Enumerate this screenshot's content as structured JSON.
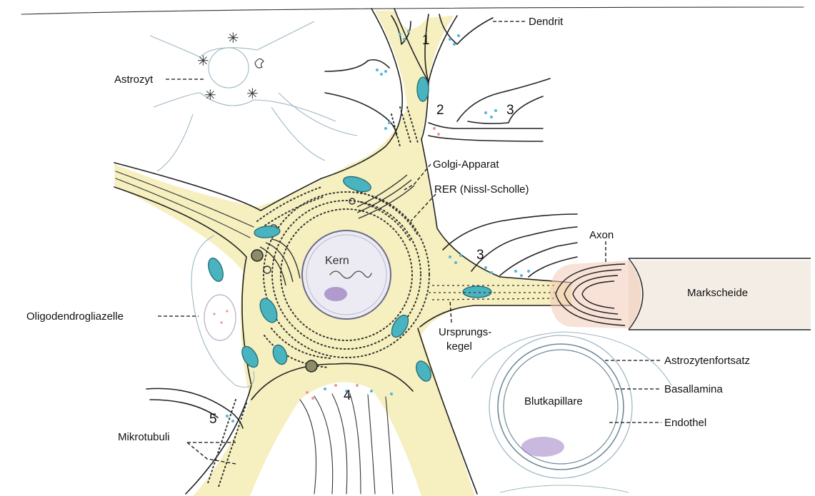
{
  "labels": {
    "dendrit": "Dendrit",
    "astrozyt": "Astrozyt",
    "golgi": "Golgi-Apparat",
    "rer": "RER (Nissl-Scholle)",
    "axon": "Axon",
    "kern": "Kern",
    "markscheide": "Markscheide",
    "oligodendrogliazelle": "Oligodendrogliazelle",
    "ursprungskegel_line1": "Ursprungs-",
    "ursprungskegel_line2": "kegel",
    "astrozytenfortsatz": "Astrozytenfortsatz",
    "basallamina": "Basallamina",
    "blutkapillare": "Blutkapillare",
    "endothel": "Endothel",
    "mikrotubuli": "Mikrotubuli"
  },
  "synapse_numbers": {
    "s1": "1",
    "s2": "2",
    "s3a": "3",
    "s3b": "3",
    "s4": "4",
    "s5": "5"
  },
  "colors": {
    "cytoplasm": "#f6efbf",
    "nucleus": "#ecebf3",
    "nucleolus": "#9c7fc2",
    "mitochondria": "#49b3bf",
    "vesicles_blue": "#55b5d6",
    "vesicles_red": "#e59a9a",
    "myelin": "#f2c9b4"
  }
}
